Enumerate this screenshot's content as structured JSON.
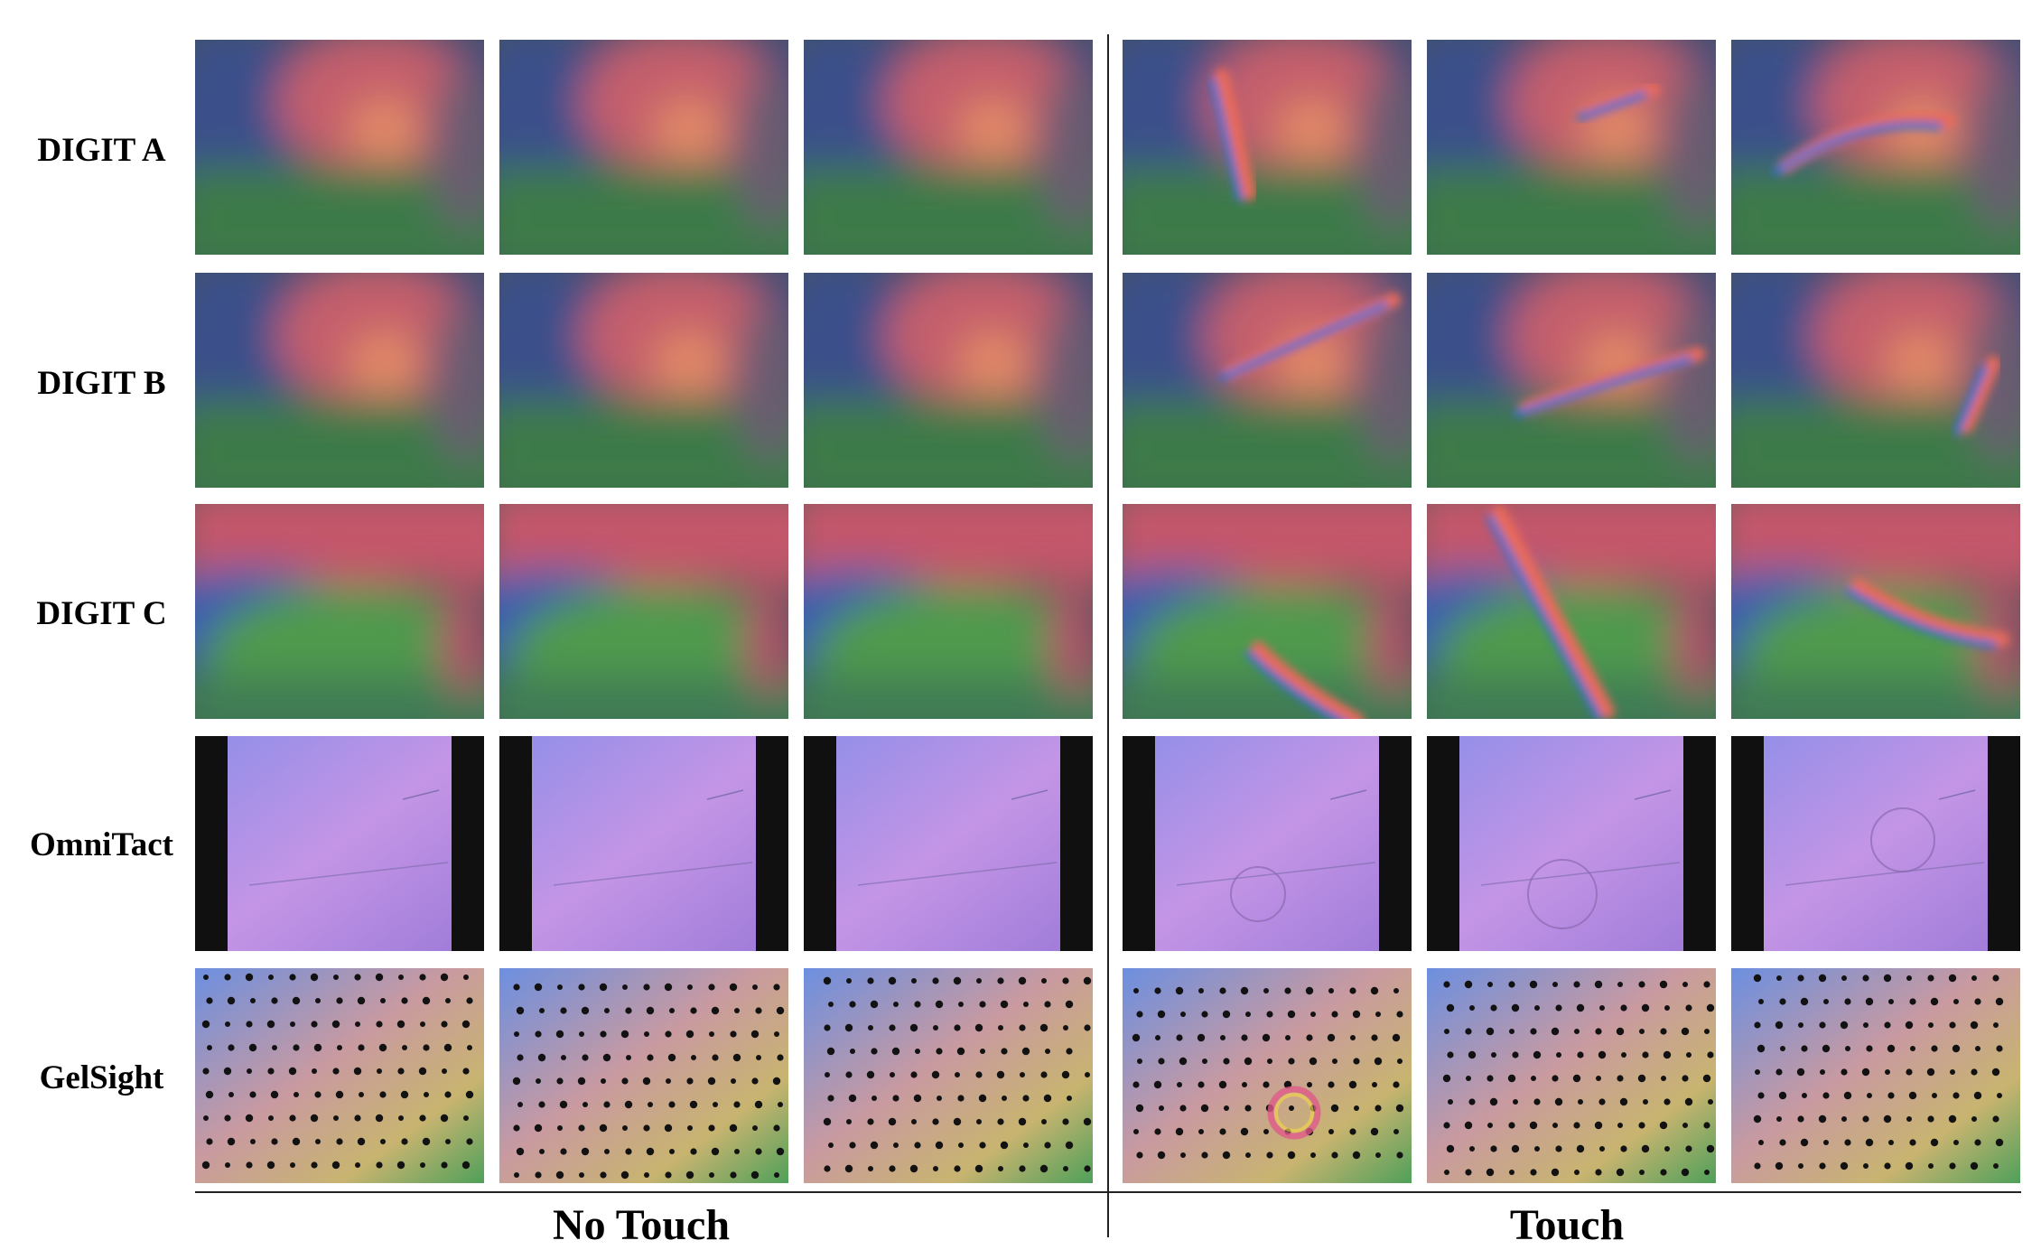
{
  "rows": [
    {
      "label": "DIGIT A"
    },
    {
      "label": "DIGIT B"
    },
    {
      "label": "DIGIT C"
    },
    {
      "label": "OmniTact"
    },
    {
      "label": "GelSight"
    }
  ],
  "groups": {
    "no_touch": "No Touch",
    "touch": "Touch"
  },
  "colors": {
    "digit_red": "#c75a6a",
    "digit_blue": "#3e4f86",
    "digit_green": "#3f7a4a",
    "omni_purple": "#b88ee0",
    "omni_bar": "#101010",
    "gelsight_dot": "#121212"
  }
}
